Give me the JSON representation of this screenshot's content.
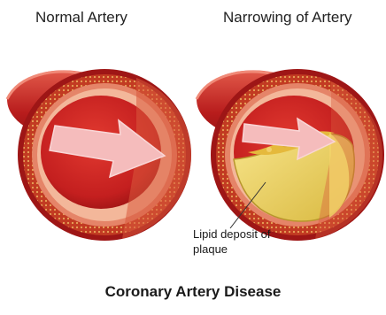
{
  "headings": {
    "normal": "Normal Artery",
    "narrowed": "Narrowing of Artery"
  },
  "annotation": {
    "line1": "Lipid deposit of",
    "line2": "plaque"
  },
  "caption": "Coronary Artery Disease",
  "colors": {
    "artery_outer": "#b01b1b",
    "artery_wall": "#e0785a",
    "lumen": "#c41f1f",
    "plaque": "#ecd25e",
    "flow_arrow": "#f6c0c0"
  }
}
